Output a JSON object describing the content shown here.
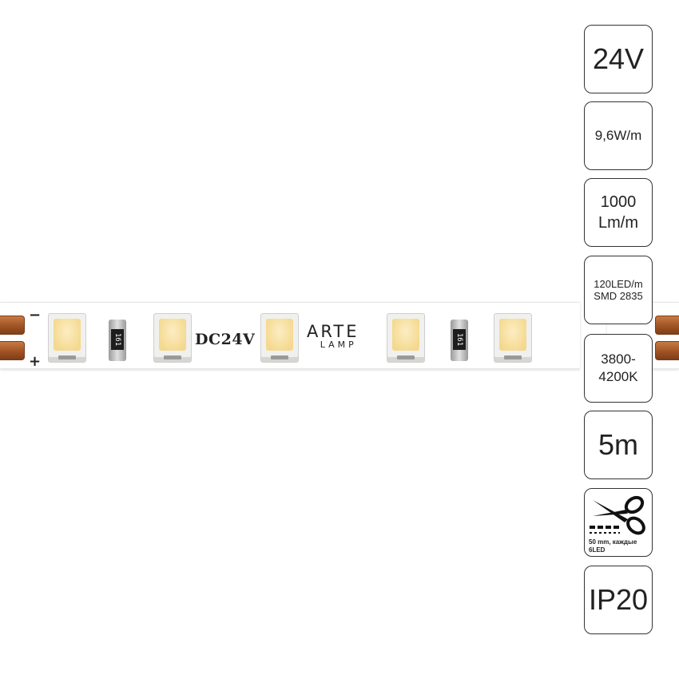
{
  "strip": {
    "voltage_marking": "DC24V",
    "brand_line1": "ARTE",
    "brand_line2": "LAMP",
    "resistor_code": "161",
    "polarity_minus": "−",
    "polarity_plus": "+"
  },
  "specs": {
    "voltage": "24V",
    "power": "9,6W/m",
    "flux_value": "1000",
    "flux_unit": "Lm/m",
    "density": "120LED/m",
    "chip": "SMD 2835",
    "cct_line1": "3800-",
    "cct_line2": "4200K",
    "length": "5m",
    "cut_caption_line1": "50 mm, каждые",
    "cut_caption_line2": "6LED",
    "ip_rating": "IP20"
  },
  "icons": {
    "cut": "scissors-icon"
  },
  "colors": {
    "led_phosphor": "#f8e2a6",
    "copper_pad": "#a85b2a",
    "tile_border": "#333333"
  }
}
